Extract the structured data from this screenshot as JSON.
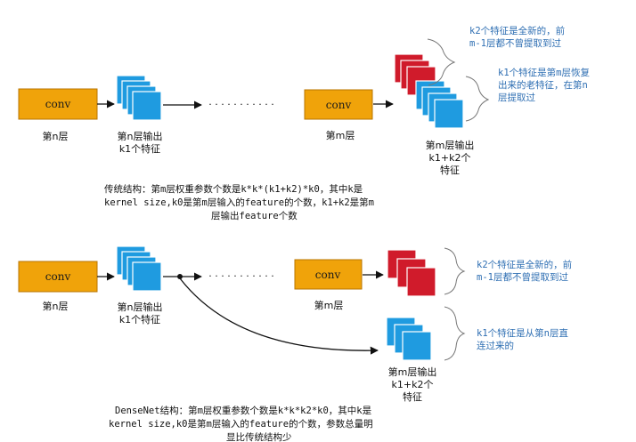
{
  "colors": {
    "conv_fill": "#f0a30a",
    "conv_stroke": "#b97400",
    "feature_blue": "#1f9be0",
    "feature_red": "#d01b2b",
    "annotation_text": "#2f6fb3",
    "arrow": "#111111",
    "brace": "#777777"
  },
  "top": {
    "conv1_label": "conv",
    "layer_n": "第n层",
    "output_n": [
      "第n层输出",
      "k1个特征"
    ],
    "ellipsis": "· · · · · · · · · · ·",
    "conv2_label": "conv",
    "layer_m": "第m层",
    "output_m": [
      "第m层输出",
      "k1+k2个",
      "特征"
    ],
    "note_new": [
      "k2个特征是全新的，前",
      "m-1层都不曾提取到过"
    ],
    "note_old": [
      "k1个特征是第m层恢复",
      "出来的老特征，在第n",
      "层提取过"
    ],
    "caption": [
      "传统结构：第m层权重参数个数是k*k*(k1+k2)*k0，其中k是",
      "kernel size,k0是第m层输入的feature的个数，k1+k2是第m",
      "层输出feature个数"
    ]
  },
  "bottom": {
    "conv1_label": "conv",
    "layer_n": "第n层",
    "output_n": [
      "第n层输出",
      "k1个特征"
    ],
    "ellipsis": "· · · · · · · · · · ·",
    "conv2_label": "conv",
    "layer_m": "第m层",
    "output_m": [
      "第m层输出",
      "k1+k2个",
      "特征"
    ],
    "note_new": [
      "k2个特征是全新的，前",
      "m-1层都不曾提取到过"
    ],
    "note_direct": [
      "k1个特征是从第n层直",
      "连过来的"
    ],
    "caption": [
      "DenseNet结构：第m层权重参数个数是k*k*k2*k0，其中k是",
      "kernel size,k0是第m层输入的feature的个数，参数总量明",
      "显比传统结构少"
    ]
  }
}
